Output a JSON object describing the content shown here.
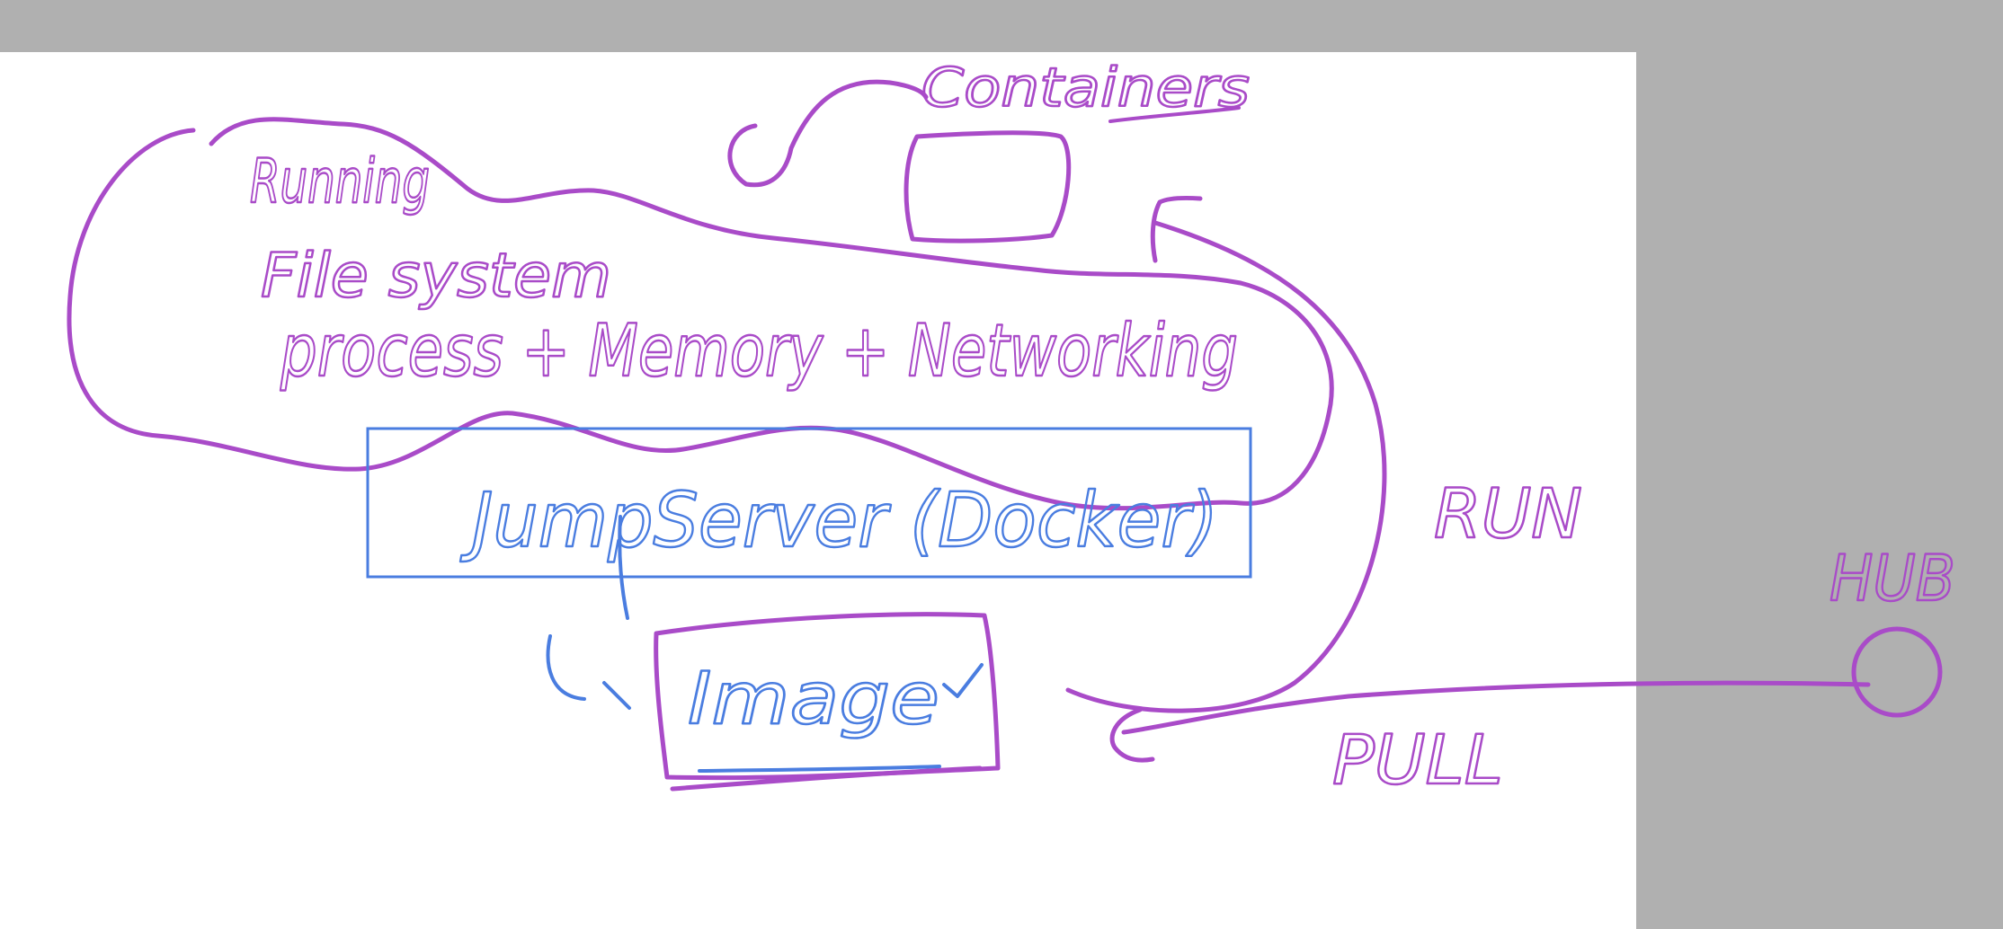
{
  "colors": {
    "page_background": "#b0b0b0",
    "canvas": "#ffffff",
    "purple_ink": "#a94bc8",
    "blue_ink": "#4a7de0"
  },
  "labels": {
    "containers": "Containers",
    "running": "Running",
    "file_system": "File system",
    "process": "process + Memory + Networking",
    "jump_server": "JumpServer (Docker)",
    "image": "Image",
    "run": "RUN",
    "pull": "PULL",
    "hub": "HUB"
  }
}
